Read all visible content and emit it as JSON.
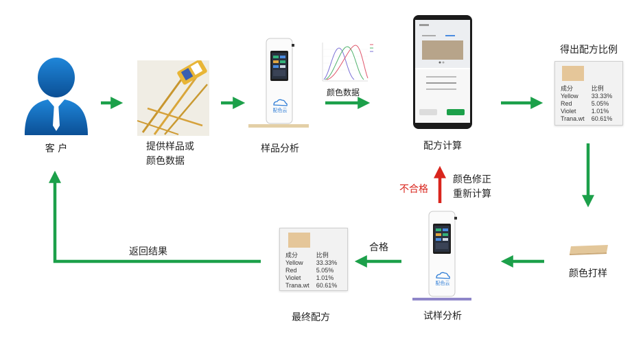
{
  "colors": {
    "green": "#1ca04a",
    "red": "#d9251d",
    "swatch": "#e5c699"
  },
  "nodes": {
    "customer": "客 户",
    "provide": [
      "提供样品或",
      "颜色数据"
    ],
    "analyze": "样品分析",
    "color_data": "颜色数据",
    "compute": "配方计算",
    "ratio": "得出配方比例",
    "proof": "颜色打样",
    "trial": "试样分析",
    "final": "最终配方",
    "return": "返回结果",
    "pass": "合格",
    "fail": "不合格",
    "correct": [
      "颜色修正",
      "重新计算"
    ]
  },
  "device": {
    "logo": "配色云"
  },
  "formula": {
    "header": [
      "成分",
      "比例"
    ],
    "rows": [
      [
        "Yellow",
        "33.33%"
      ],
      [
        "Red",
        "5.05%"
      ],
      [
        "Violet",
        "1.01%"
      ],
      [
        "Trana.wt",
        "60.61%"
      ]
    ]
  }
}
